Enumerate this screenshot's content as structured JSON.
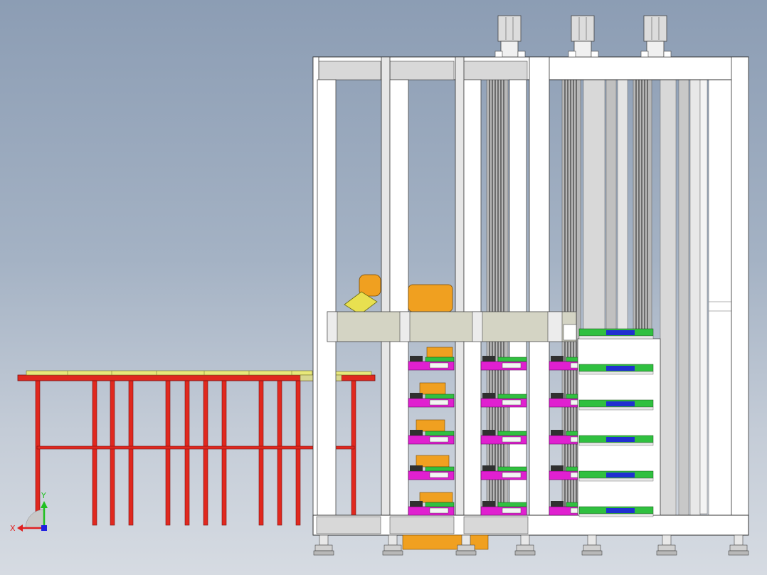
{
  "viewport": {
    "background_top": "#8c9db4",
    "background_bottom": "#d6dbe2"
  },
  "colors": {
    "conveyor_frame": "#e0281e",
    "conveyor_top": "#e8e87a",
    "frame_white": "#ffffff",
    "frame_grey": "#c8c8c8",
    "robot_orange": "#f0a020",
    "tray_magenta": "#e020d0",
    "tray_green": "#30c040",
    "tray_blue": "#2030d0",
    "motor_grey": "#dcdcdc",
    "axis_x": "#e02020",
    "axis_y": "#20c020",
    "axis_z": "#2020e0"
  },
  "triad": {
    "x_label": "X",
    "y_label": "Y",
    "icon": "coordinate-triad-icon"
  },
  "components": {
    "conveyor": "roller-conveyor",
    "rack": "storage-rack-frame",
    "robot": "robot-arm",
    "motors": "servo-motor"
  }
}
